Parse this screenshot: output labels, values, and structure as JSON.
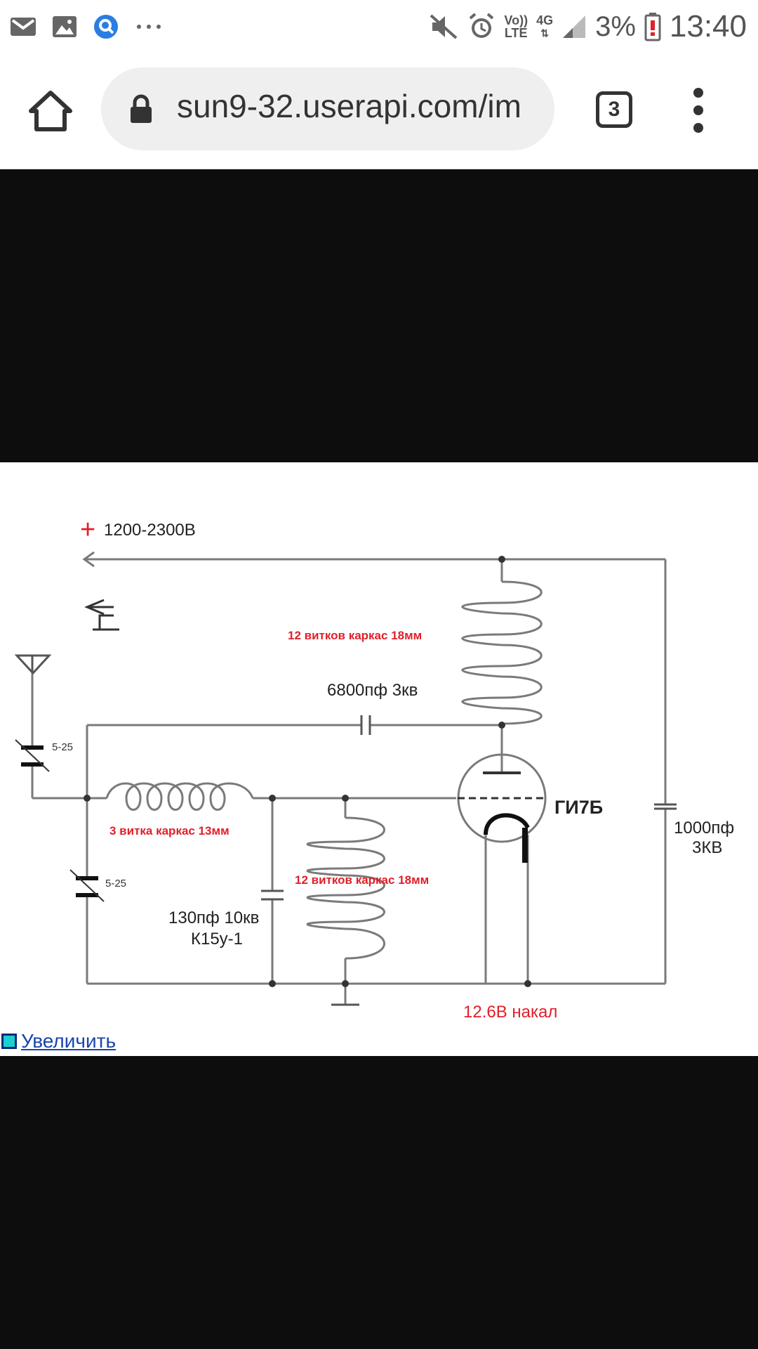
{
  "status_bar": {
    "time": "13:40",
    "battery_percent": "3%",
    "volte_top": "Vo))",
    "volte_bottom": "LTE",
    "network": "4G",
    "icons": [
      "gmail-icon",
      "gallery-icon",
      "search-app-icon",
      "more-notifications-icon",
      "mute-icon",
      "alarm-icon",
      "volte-icon",
      "network-4g-icon",
      "signal-icon",
      "battery-low-icon"
    ]
  },
  "toolbar": {
    "url": "sun9-32.userapi.com/im",
    "tab_count": "3",
    "icons": [
      "home-icon",
      "lock-icon",
      "menu-dots-icon"
    ]
  },
  "schematic": {
    "supply_label": "1200-2300В",
    "supply_sign": "+",
    "coil_top_label": "12 витков каркас 18мм",
    "cap_6800_label": "6800пф 3кв",
    "antenna_cap_label": "5-25",
    "coil_input_label": "3 витка каркас 13мм",
    "tube_label": "ГИ7Б",
    "cap_1000_line1": "1000пф",
    "cap_1000_line2": "3КВ",
    "lower_cap_label": "5-25",
    "coil_cathode_label": "12 витков каркас 18мм",
    "cap_130_line1": "130пф 10кв",
    "cap_130_line2": "К15у-1",
    "heater_label": "12.6В накал"
  },
  "zoom_link": {
    "label": "Увеличить"
  },
  "colors": {
    "accent_red": "#e0202a",
    "link_blue": "#1a45b0",
    "background_dark": "#0d0d0d"
  }
}
